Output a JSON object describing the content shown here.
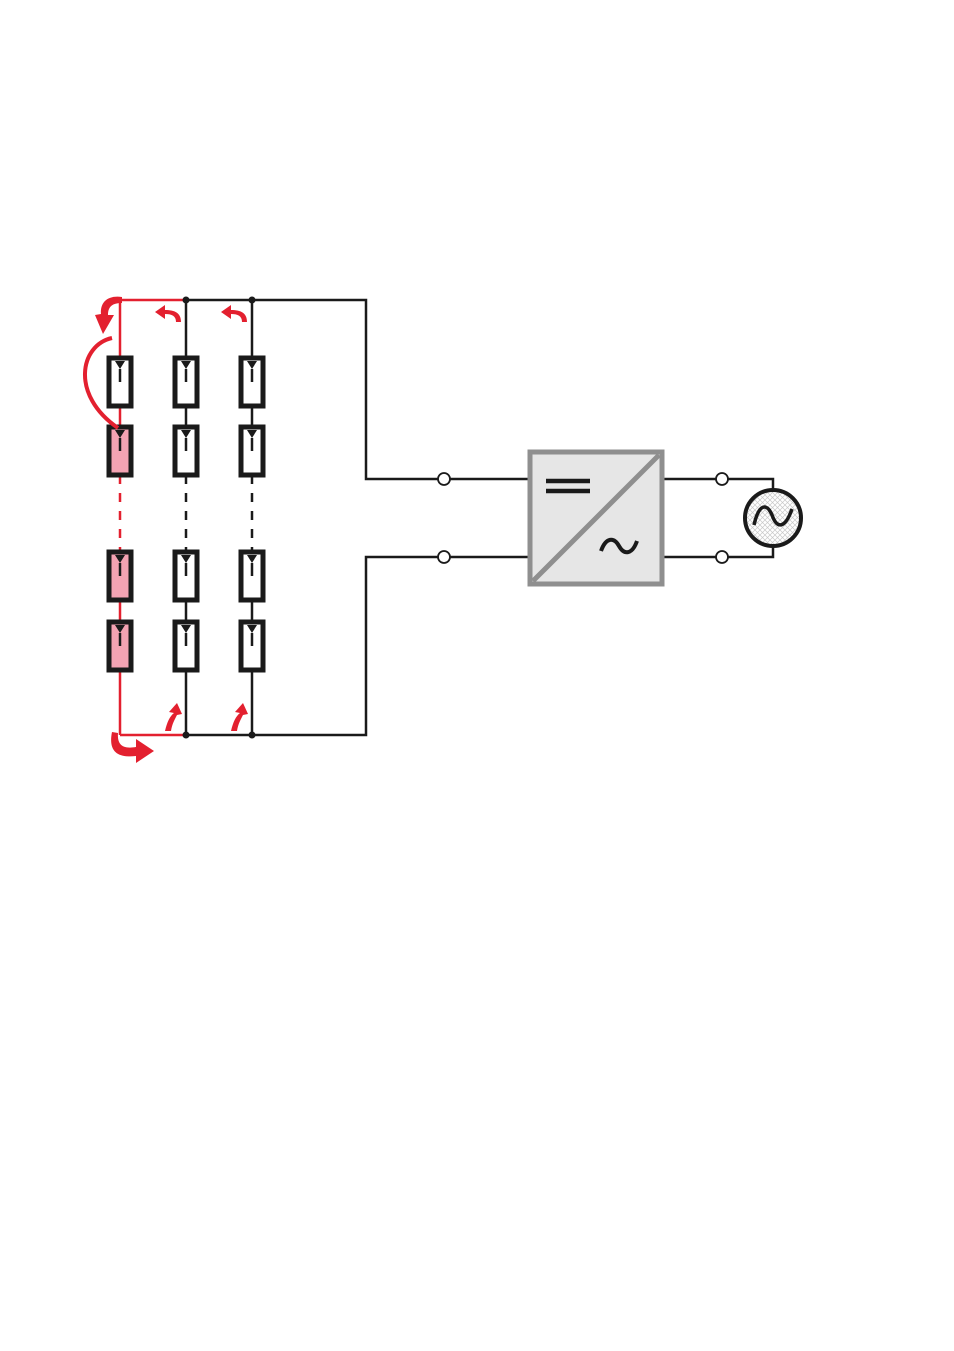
{
  "diagram": {
    "strings": [
      {
        "id": "string-1",
        "state": "fault",
        "modules_upper": [
          "normal",
          "shaded"
        ],
        "modules_lower": [
          "shaded",
          "shaded"
        ]
      },
      {
        "id": "string-2",
        "state": "normal",
        "modules_upper": [
          "normal",
          "normal"
        ],
        "modules_lower": [
          "normal",
          "normal"
        ]
      },
      {
        "id": "string-3",
        "state": "normal",
        "modules_upper": [
          "normal",
          "normal"
        ],
        "modules_lower": [
          "normal",
          "normal"
        ]
      }
    ],
    "inverter": {
      "dc_symbol": "=",
      "ac_symbol": "~"
    },
    "grid_symbol": "~"
  },
  "colors": {
    "wire": "#1a1a1a",
    "fault_current": "#e3202f",
    "shaded_module_fill": "#f4a3b3",
    "module_fill": "#ffffff",
    "inverter_fill": "#e6e6e6",
    "inverter_border": "#8f8f8f",
    "grid_hatch": "#c8c8c8"
  },
  "icons": {
    "module": "pv-module-icon",
    "inverter": "dc-ac-inverter-icon",
    "grid": "ac-grid-source-icon",
    "reverse_current_arrow": "curved-arrow-icon"
  }
}
